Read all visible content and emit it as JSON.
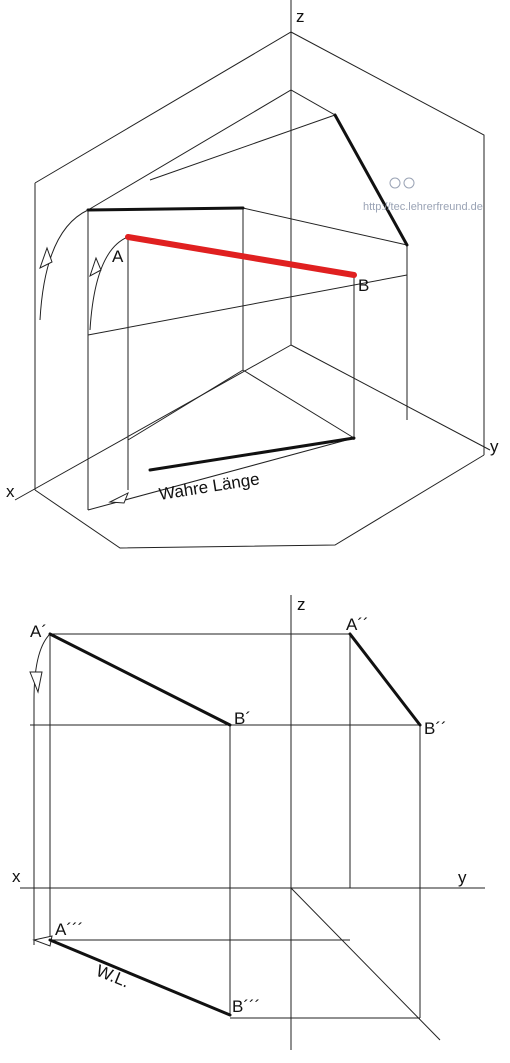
{
  "watermark": {
    "text": "http://tec.lehrerfreund.de",
    "color": "#9aa3b5"
  },
  "accent_color": "#e02020",
  "top_view": {
    "axis_z": "z",
    "axis_x": "x",
    "axis_y": "y",
    "point_a": "A",
    "point_b": "B",
    "true_length_label": "Wahre Länge"
  },
  "bottom_view": {
    "axis_z": "z",
    "axis_x": "x",
    "axis_y": "y",
    "a1": "A´",
    "b1": "B´",
    "a2": "A´´",
    "b2": "B´´",
    "a3": "A´´´",
    "b3": "B´´´",
    "true_length_label": "W.L."
  }
}
